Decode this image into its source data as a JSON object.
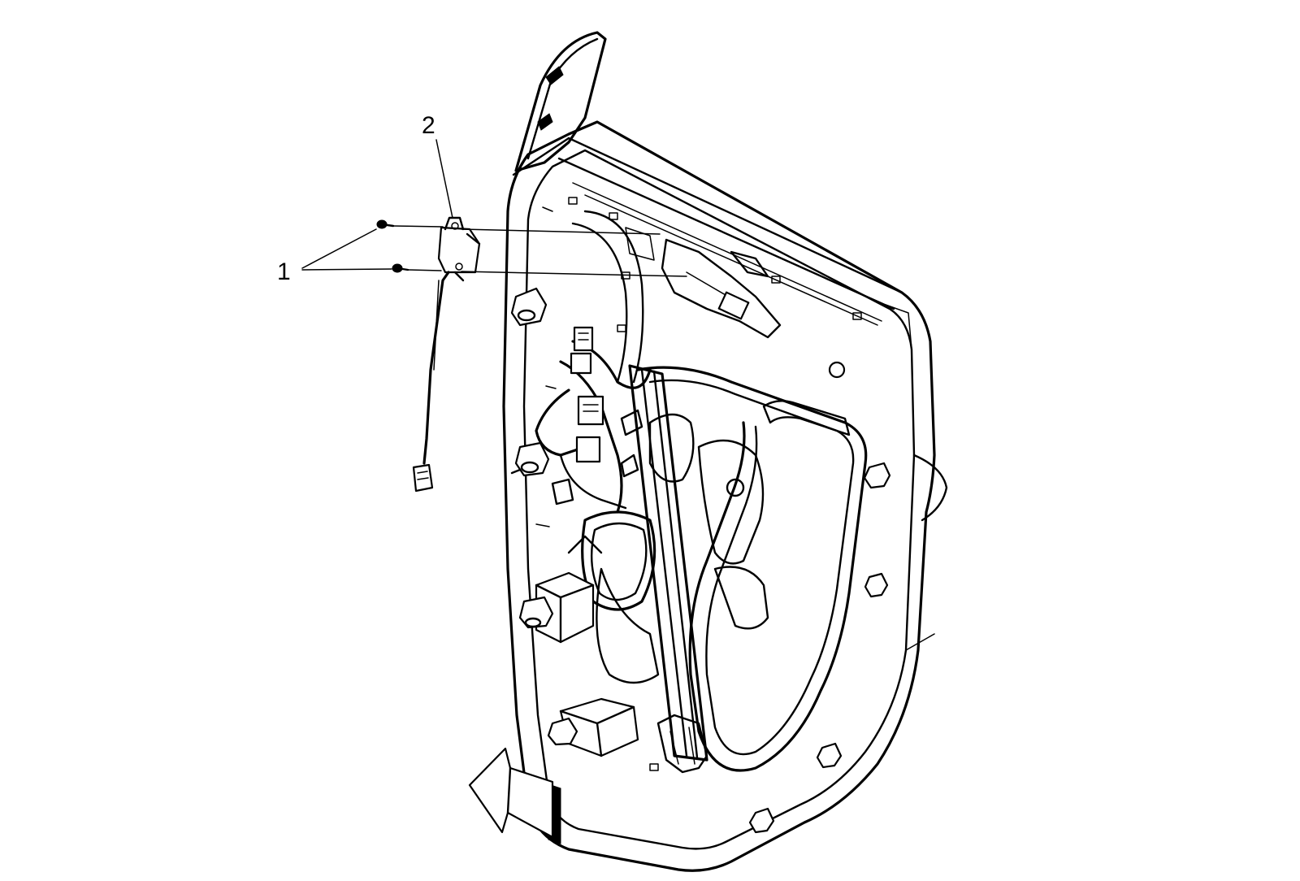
{
  "callouts": [
    {
      "id": "1",
      "label": "1"
    },
    {
      "id": "2",
      "label": "2"
    }
  ],
  "icons": {
    "view_arrow": "view-direction-arrow-icon",
    "screw": "screw-icon",
    "harness": "wire-harness-icon"
  }
}
